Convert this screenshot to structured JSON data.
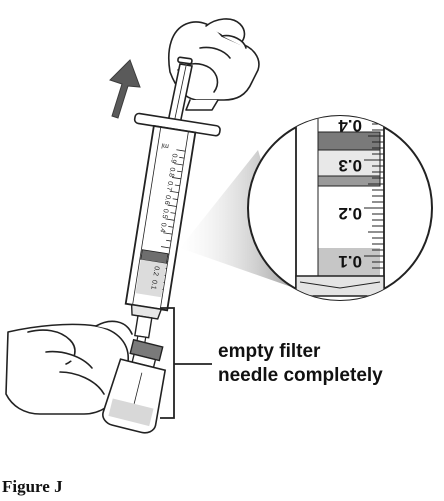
{
  "callout": {
    "line1": "empty filter",
    "line2": "needle completely"
  },
  "caption": "Figure J",
  "syringe": {
    "scale_labels": [
      "ml",
      "0.9",
      "0.8",
      "0.7",
      "0.6",
      "0.5",
      "0.4",
      "0.3",
      "0.2",
      "0.1"
    ]
  },
  "magnifier": {
    "scale_labels": [
      "0.4",
      "0.3",
      "0.2",
      "0.1"
    ]
  },
  "icons": {
    "direction": "up-arrow-icon",
    "top_hand": "hand-pulling-plunger",
    "bottom_hand": "hand-holding-vial"
  },
  "colors": {
    "line": "#222222",
    "arrow": "#5a5a5a",
    "plunger_band": "#707070",
    "fill_light": "#e6e6e6",
    "fill_mid": "#bdbdbd",
    "cone": "#a0a0a0"
  }
}
